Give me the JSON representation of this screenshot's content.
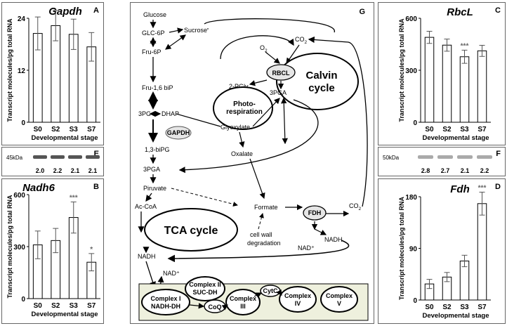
{
  "chart_data": [
    {
      "panel": "A",
      "type": "bar",
      "title": "Gapdh",
      "ylabel": "Transcript molecules/pg total RNA",
      "xlabel": "Developmental stage",
      "categories": [
        "S0",
        "S2",
        "S3",
        "S7"
      ],
      "values": [
        20.5,
        22.3,
        20.3,
        17.4
      ],
      "errors": [
        3.8,
        3.5,
        3.5,
        3.3
      ],
      "ylim": [
        0,
        24
      ],
      "yticks": [
        "0",
        "12",
        "24"
      ],
      "annotations": [
        "",
        "",
        "",
        ""
      ]
    },
    {
      "panel": "B",
      "type": "bar",
      "title": "Nadh6",
      "ylabel": "Transcript molecules/pg total RNA",
      "xlabel": "Developmental stage",
      "categories": [
        "S0",
        "S2",
        "S3",
        "S7"
      ],
      "values": [
        310,
        335,
        468,
        210
      ],
      "errors": [
        80,
        70,
        90,
        50
      ],
      "ylim": [
        0,
        600
      ],
      "yticks": [
        "0",
        "300",
        "600"
      ],
      "annotations": [
        "",
        "",
        "***",
        "*"
      ]
    },
    {
      "panel": "C",
      "type": "bar",
      "title": "RbcL",
      "ylabel": "Transcript molecules/pg total RNA",
      "xlabel": "Developmental stage",
      "categories": [
        "S0",
        "S2",
        "S3",
        "S7"
      ],
      "values": [
        490,
        445,
        378,
        412
      ],
      "errors": [
        35,
        35,
        38,
        32
      ],
      "ylim": [
        0,
        600
      ],
      "yticks": [
        "0",
        "300",
        "600"
      ],
      "annotations": [
        "",
        "",
        "***",
        ""
      ]
    },
    {
      "panel": "D",
      "type": "bar",
      "title": "Fdh",
      "ylabel": "Transcript molecules/pg total RNA",
      "xlabel": "Developmental stage",
      "categories": [
        "S0",
        "S2",
        "S3",
        "S7"
      ],
      "values": [
        28,
        40,
        68,
        168
      ],
      "errors": [
        8,
        8,
        10,
        20
      ],
      "ylim": [
        0,
        180
      ],
      "yticks": [
        "0",
        "90",
        "180"
      ],
      "annotations": [
        "",
        "",
        "",
        "***"
      ]
    }
  ],
  "blots": [
    {
      "panel": "E",
      "size_label": "45kDa",
      "values": [
        "2.0",
        "2.2",
        "2.1",
        "2.1"
      ]
    },
    {
      "panel": "F",
      "size_label": "50kDa",
      "values": [
        "2.8",
        "2.7",
        "2.1",
        "2.2"
      ]
    }
  ],
  "pathway": {
    "panel": "G",
    "glucose": "Glucose",
    "glc6p": "GLC-6P",
    "sucrose": "Sucrose",
    "fru6p": "Fru-6P",
    "fru16bip": "Fru-1,6 biP",
    "pg3": "3PG",
    "dhap": "DHAP",
    "gapdh": "GAPDH",
    "biPG": "1,3-biPG",
    "pga3": "3PGA",
    "pyruvate": "Piruvate",
    "acetylcoa": "Ac-CoA",
    "tca": "TCA cycle",
    "nadh": "NADH",
    "nadplus": "NAD⁺",
    "o2": "O",
    "o2sub": "2",
    "co2": "CO",
    "co2sub": "2",
    "rbcl": "RBCL",
    "calvin1": "Calvin",
    "calvin2": "cycle",
    "pgly": "2-PGly",
    "photo1": "Photo-",
    "photo2": "respiration",
    "pga3b": "3PGA",
    "glyoxylate": "Glyoxylate",
    "oxalate": "Oxalate",
    "formate": "Formate",
    "fdh": "FDH",
    "nadplus2": "NAD⁺",
    "nadh2": "NADH",
    "co2b": "CO",
    "co2bsub": "2",
    "cellwall1": "cell wall",
    "cellwall2": "degradation",
    "c1a": "Complex I",
    "c1b": "NADH-DH",
    "c2a": "Complex II",
    "c2b": "SUC-DH",
    "coq": "CoQ",
    "c3a": "Complex",
    "c3b": "III",
    "cytc": "CytC",
    "c4a": "Complex",
    "c4b": "IV",
    "c5a": "Complex",
    "c5b": "V"
  }
}
